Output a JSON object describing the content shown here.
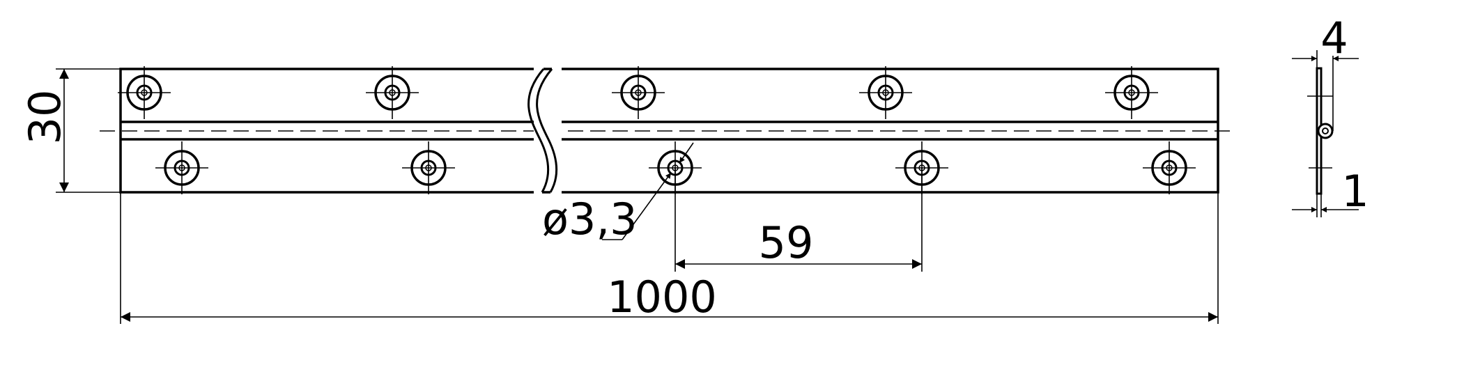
{
  "drawing": {
    "title": "Piano hinge technical drawing",
    "dimensions": {
      "width_label": "30",
      "length_label": "1000",
      "pitch_label": "59",
      "hole_diameter_label": "ø3,3",
      "thickness_open_label": "4",
      "plate_thickness_label": "1"
    },
    "holes_top_count": 5,
    "holes_bottom_count": 5
  }
}
